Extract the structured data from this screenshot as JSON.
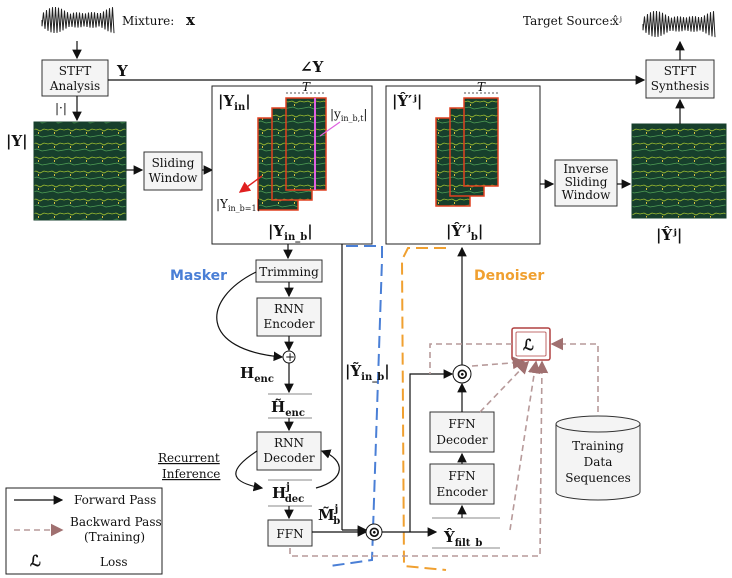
{
  "top": {
    "mixture_label": "Mixture:",
    "mixture_symbol": "x",
    "target_label": "Target Source:",
    "target_symbol": "x̂ʲ",
    "phase_symbol": "∠Y",
    "Y_symbol": "Y"
  },
  "blocks": {
    "stft_analysis": [
      "STFT",
      "Analysis"
    ],
    "stft_synthesis": [
      "STFT",
      "Synthesis"
    ],
    "sliding_window": [
      "Sliding",
      "Window"
    ],
    "inverse_sliding_window": [
      "Inverse",
      "Sliding",
      "Window"
    ],
    "trimming": "Trimming",
    "rnn_encoder": [
      "RNN",
      "Encoder"
    ],
    "rnn_decoder": [
      "RNN",
      "Decoder"
    ],
    "ffn": "FFN",
    "ffn_decoder": [
      "FFN",
      "Decoder"
    ],
    "ffn_encoder": [
      "FFN",
      "Encoder"
    ],
    "training_data": [
      "Training",
      "Data",
      "Sequences"
    ]
  },
  "symbols": {
    "abs_op": "|·|",
    "abs_Y": "|Y|",
    "Y_in": "|Y",
    "Y_in_sub": "in",
    "Y_in_b": "|Y",
    "Y_in_b_sub": "in_b",
    "Y_in_b1": "|Y",
    "Y_in_b1_sub": "in_b=1",
    "y_inbt": "|y",
    "y_inbt_sub": "in_b,t",
    "T": "T",
    "Y_prime_j": "|Ŷ′ʲ|",
    "Y_prime_b_j": "|Ŷ′ʲ",
    "Y_prime_b_sub": "b",
    "Y_hat_j": "|Ŷʲ|",
    "H_enc": "H",
    "H_enc_sub": "enc",
    "H_tilde_enc": "H̃",
    "H_tilde_enc_sub": "enc",
    "H_dec": "H",
    "H_dec_sub": "dec",
    "H_dec_sup": "j",
    "M_b": "M̃",
    "M_b_sub": "b",
    "M_b_sup": "j",
    "Y_tilde_in": "|Ỹ",
    "Y_tilde_in_sub": "in_b",
    "Y_filt": "Ŷ",
    "Y_filt_sub": "filt_b",
    "loss": "ℒ",
    "odot": "⊙",
    "plus": "+"
  },
  "sections": {
    "masker": "Masker",
    "denoiser": "Denoiser",
    "recurrent_inference": [
      "Recurrent",
      "Inference"
    ]
  },
  "legend": {
    "forward": "Forward Pass",
    "backward": [
      "Backward Pass",
      "(Training)"
    ],
    "loss_symbol": "ℒ",
    "loss": "Loss"
  },
  "colors": {
    "masker": "#4a7fd6",
    "denoiser": "#f0a030",
    "backward": "#b79a9a",
    "spec_bg": "#173f2c",
    "spec_frame": "#e04020",
    "loss_box": "#b04040"
  }
}
